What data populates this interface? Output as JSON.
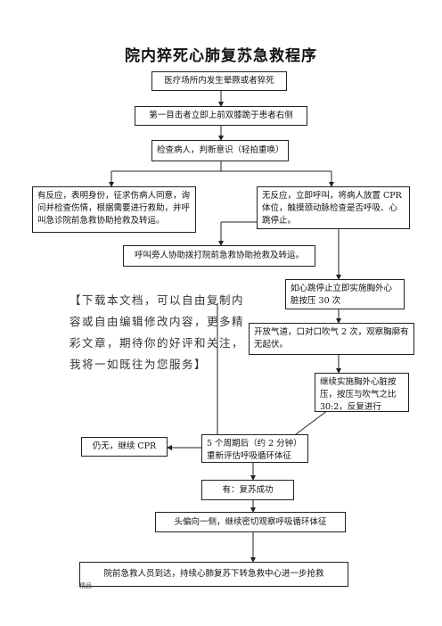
{
  "title": "院内猝死心肺复苏急救程序",
  "steps": {
    "s1": "医疗场所内发生晕厥或者猝死",
    "s2": "第一目击者立即上前双膝跪于患者右侧",
    "s3": "检查病人，判断意识（轻拍重唤）",
    "left_branch": "有反应，表明身份，征求伤病人同意，询问并检查伤情，根据需要进行救助，并呼叫急诊院前急救协助抢救及转运。",
    "right_branch": "无反应，立即呼叫，将病人放置 CPR 体位，触摸颈动脉检查是否呼吸、心跳停止。",
    "call_help": "呼叫旁人协助拨打院前急救协助抢救及转运。",
    "compress": "如心跳停止立即实施胸外心脏按压 30 次",
    "airway": "开放气道，口对口吹气 2 次，观察胸廓有无起伏。",
    "continue": "继续实施胸外心脏按压，按压与吹气之比 30:2，反复进行",
    "reassess": "5 个周期后（约 2 分钟）重新评估呼吸循环体征",
    "no_response": "仍无，继续 CPR",
    "success": "有：复苏成功",
    "observe": "头偏向一侧，继续密切观察呼吸循环体征",
    "final": "院前急救人员到达，持续心肺复苏下转急救中心进一步抢救"
  },
  "watermark": "【下载本文档，可以自由复制内容或自由编辑修改内容，更多精彩文章，期待你的好评和关注，我将一如既往为您服务】",
  "footer": "精品"
}
